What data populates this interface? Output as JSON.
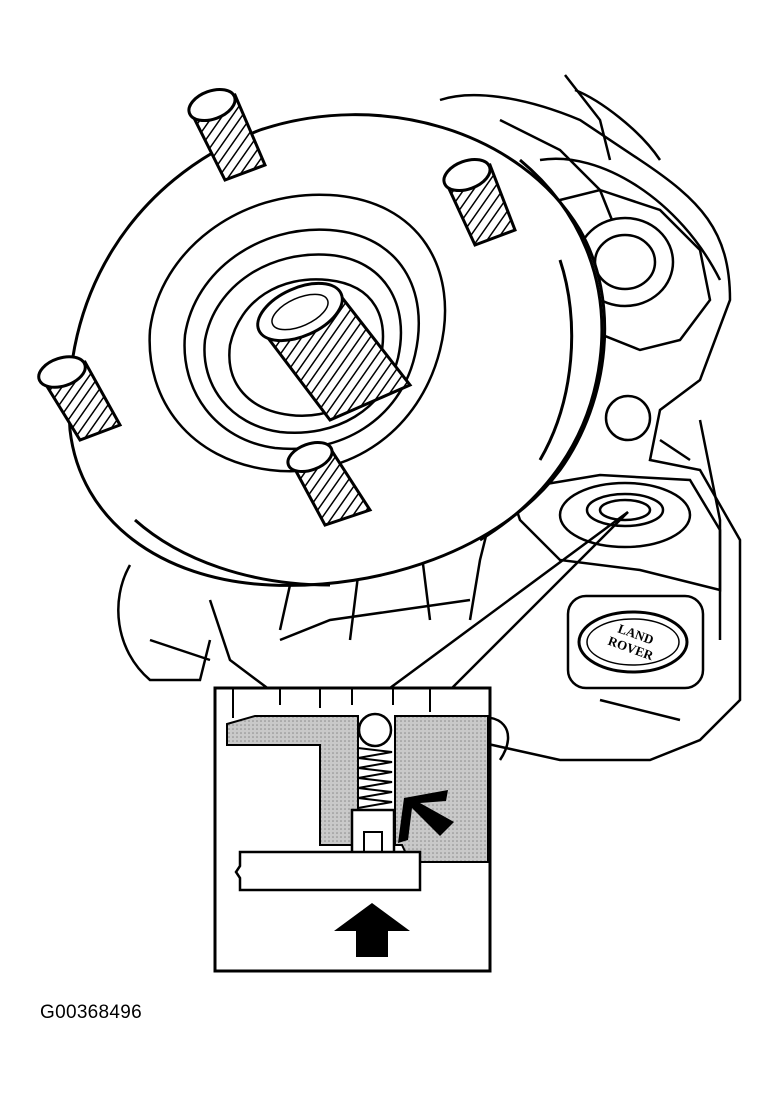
{
  "figure": {
    "id_label": "G00368496",
    "logo_text": "LAND ROVER",
    "logo_lines": [
      "LAND",
      "ROVER"
    ]
  },
  "colors": {
    "line": "#000000",
    "fill": "#ffffff",
    "shade": "#bdbdbd"
  },
  "icons": [
    "up-arrow-icon",
    "diagonal-arrow-icon",
    "land-rover-logo"
  ]
}
